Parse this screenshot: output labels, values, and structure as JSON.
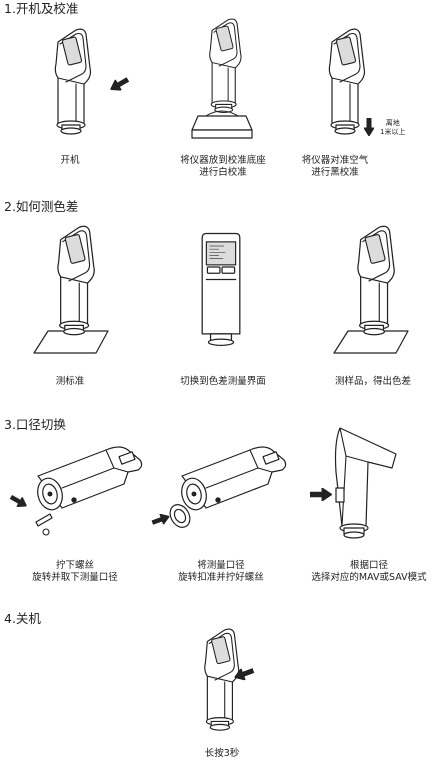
{
  "sections": [
    {
      "title": "1.开机及校准",
      "steps": [
        {
          "lines": [
            "开机"
          ]
        },
        {
          "lines": [
            "将仪器放到校准底座",
            "进行白校准"
          ]
        },
        {
          "lines": [
            "将仪器对准空气",
            "进行黑校准"
          ],
          "note": [
            "离地",
            "1米以上"
          ]
        }
      ]
    },
    {
      "title": "2.如何测色差",
      "steps": [
        {
          "lines": [
            "测标准"
          ]
        },
        {
          "lines": [
            "切换到色差测量界面"
          ]
        },
        {
          "lines": [
            "测样品，得出色差"
          ]
        }
      ]
    },
    {
      "title": "3.口径切换",
      "steps": [
        {
          "lines": [
            "拧下螺丝",
            "旋转并取下测量口径"
          ]
        },
        {
          "lines": [
            "将测量口径",
            "旋转扣准并拧好螺丝"
          ]
        },
        {
          "lines": [
            "根据口径",
            "选择对应的MAV或SAV模式"
          ]
        }
      ]
    },
    {
      "title": "4.关机",
      "steps": [
        {
          "lines": [
            "长按3秒"
          ]
        }
      ]
    }
  ],
  "icons": {
    "power_arrow": "arrow-icon",
    "down_arrow": "down-arrow-icon"
  }
}
